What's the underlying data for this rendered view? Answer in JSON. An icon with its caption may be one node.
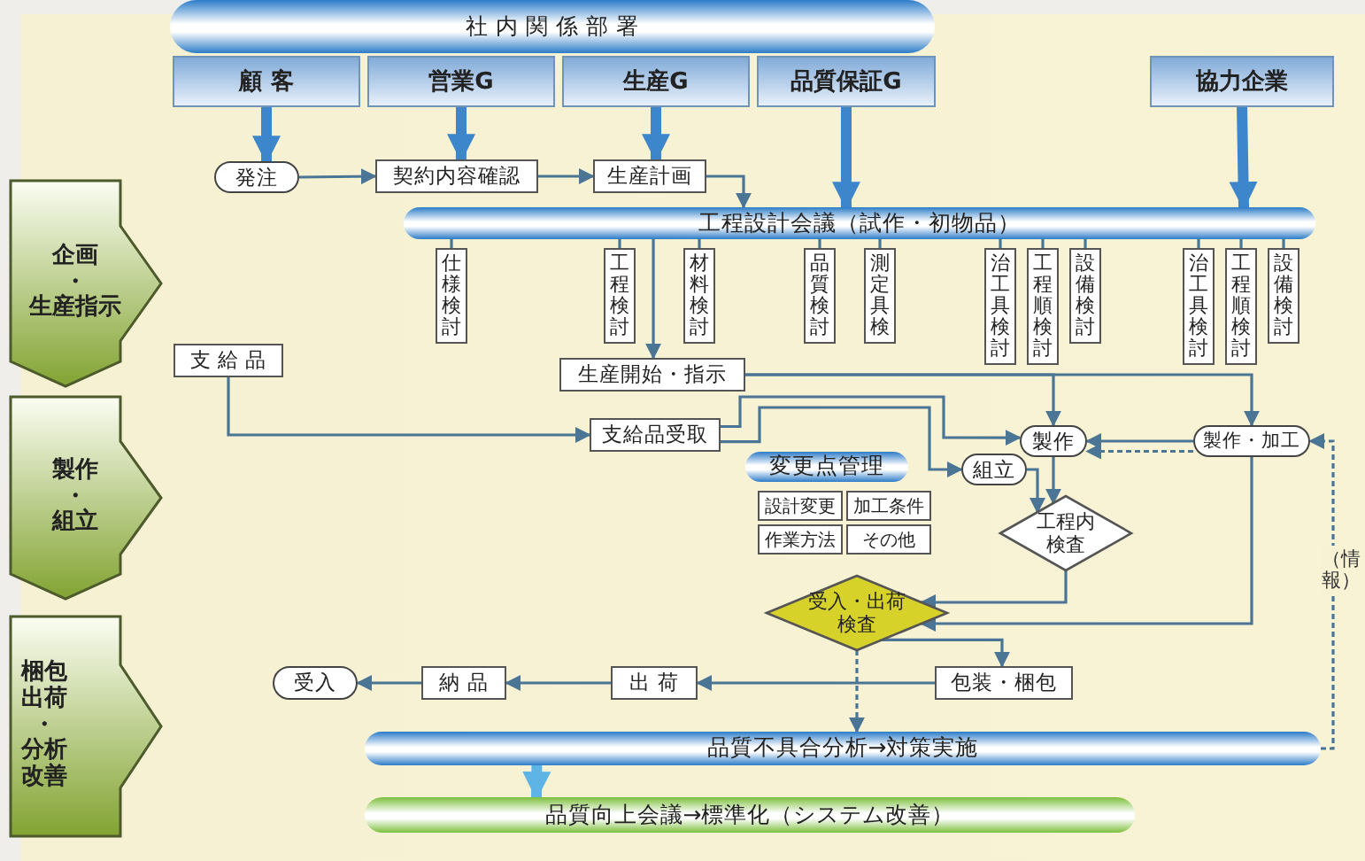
{
  "diagram": {
    "nodes": [
      {
        "text": [
          "社 内 関 係 部 署"
        ]
      },
      {
        "text": [
          "顧 客"
        ]
      },
      {
        "text": [
          "営業G"
        ]
      },
      {
        "text": [
          "生産G"
        ]
      },
      {
        "text": [
          "品質保証G"
        ]
      },
      {
        "text": [
          "協力企業"
        ]
      },
      {
        "text": [
          "企画・生産指示"
        ]
      },
      {
        "text": [
          "製作・組立"
        ]
      },
      {
        "text": [
          "梱包出荷・分析改善"
        ]
      },
      {
        "text": [
          "発注"
        ]
      },
      {
        "text": [
          "契約内容確認"
        ]
      },
      {
        "text": [
          "生産計画"
        ]
      },
      {
        "text": [
          "工程設計会議（試作・初物品）"
        ]
      },
      {
        "text": [
          "仕様検討"
        ]
      },
      {
        "text": [
          "工程検討"
        ]
      },
      {
        "text": [
          "材料検討"
        ]
      },
      {
        "text": [
          "品質検討"
        ]
      },
      {
        "text": [
          "測定具検"
        ]
      },
      {
        "text": [
          "治工具検討"
        ]
      },
      {
        "text": [
          "工程順検討"
        ]
      },
      {
        "text": [
          "設備検討"
        ]
      },
      {
        "text": [
          "治工具検討"
        ]
      },
      {
        "text": [
          "工程順検討"
        ]
      },
      {
        "text": [
          "設備検討"
        ]
      },
      {
        "text": [
          "支 給 品"
        ]
      },
      {
        "text": [
          "生産開始・指示"
        ]
      },
      {
        "text": [
          "支給品受取"
        ]
      },
      {
        "text": [
          "変更点管理"
        ]
      },
      {
        "text": [
          "設計変更"
        ]
      },
      {
        "text": [
          "加工条件"
        ]
      },
      {
        "text": [
          "作業方法"
        ]
      },
      {
        "text": [
          "その他"
        ]
      },
      {
        "text": [
          "製作"
        ]
      },
      {
        "text": [
          "製作・加工"
        ]
      },
      {
        "text": [
          "組立"
        ]
      },
      {
        "text": [
          "工程内検査"
        ]
      },
      {
        "text": [
          "受入・出荷検査"
        ]
      },
      {
        "text": [
          "包装・梱包"
        ]
      },
      {
        "text": [
          "出 荷"
        ]
      },
      {
        "text": [
          "納 品"
        ]
      },
      {
        "text": [
          "受入"
        ]
      },
      {
        "text": [
          "品質不具合分析→対策実施"
        ]
      },
      {
        "text": [
          "品質向上会議→標準化（システム改善）"
        ]
      }
    ],
    "edges": [
      {
        "from": 9,
        "to": 10,
        "arrow": "to"
      },
      {
        "from": 10,
        "to": 11,
        "arrow": "to"
      },
      {
        "from": 11,
        "to": 12,
        "arrow": "to"
      },
      {
        "from": 12,
        "to": 13,
        "arrow": "none"
      },
      {
        "from": 12,
        "to": 14,
        "arrow": "none"
      },
      {
        "from": 12,
        "to": 15,
        "arrow": "none"
      },
      {
        "from": 12,
        "to": 16,
        "arrow": "none"
      },
      {
        "from": 12,
        "to": 17,
        "arrow": "none"
      },
      {
        "from": 12,
        "to": 18,
        "arrow": "none"
      },
      {
        "from": 12,
        "to": 19,
        "arrow": "none"
      },
      {
        "from": 12,
        "to": 20,
        "arrow": "none"
      },
      {
        "from": 12,
        "to": 21,
        "arrow": "none"
      },
      {
        "from": 12,
        "to": 22,
        "arrow": "none"
      },
      {
        "from": 12,
        "to": 23,
        "arrow": "none"
      },
      {
        "from": 12,
        "to": 25,
        "arrow": "to"
      },
      {
        "from": 25,
        "to": 32,
        "arrow": "to"
      },
      {
        "from": 25,
        "to": 33,
        "arrow": "to"
      },
      {
        "from": 24,
        "to": 26,
        "arrow": "to"
      },
      {
        "from": 26,
        "to": 32,
        "arrow": "to"
      },
      {
        "from": 26,
        "to": 34,
        "arrow": "to"
      },
      {
        "from": 33,
        "to": 32,
        "arrow": "to"
      },
      {
        "from": 33,
        "to": 32,
        "arrow": "to",
        "style": "dashed"
      },
      {
        "from": 32,
        "to": 35,
        "arrow": "to"
      },
      {
        "from": 34,
        "to": 35,
        "arrow": "to"
      },
      {
        "from": 35,
        "to": 36,
        "arrow": "to"
      },
      {
        "from": 33,
        "to": 36,
        "arrow": "to"
      },
      {
        "from": 36,
        "to": 37,
        "arrow": "to"
      },
      {
        "from": 36,
        "to": 41,
        "arrow": "to",
        "style": "dashed"
      },
      {
        "from": 37,
        "to": 38,
        "arrow": "to"
      },
      {
        "from": 38,
        "to": 39,
        "arrow": "to"
      },
      {
        "from": 39,
        "to": 40,
        "arrow": "to"
      },
      {
        "from": 41,
        "to": 33,
        "arrow": "to",
        "style": "dashed",
        "label": "（情報）"
      },
      {
        "from": 41,
        "to": 42,
        "arrow": "to",
        "style": "thick",
        "color": "#5fb4e6"
      },
      {
        "from": 1,
        "to": 9,
        "arrow": "to",
        "style": "thick",
        "color": "#3d86cc"
      },
      {
        "from": 2,
        "to": 10,
        "arrow": "to",
        "style": "thick",
        "color": "#3d86cc"
      },
      {
        "from": 3,
        "to": 11,
        "arrow": "to",
        "style": "thick",
        "color": "#3d86cc"
      },
      {
        "from": 4,
        "to": 12,
        "arrow": "to",
        "style": "thick",
        "color": "#3d86cc"
      },
      {
        "from": 5,
        "to": 12,
        "arrow": "to",
        "style": "thick",
        "color": "#3d86cc"
      }
    ]
  }
}
